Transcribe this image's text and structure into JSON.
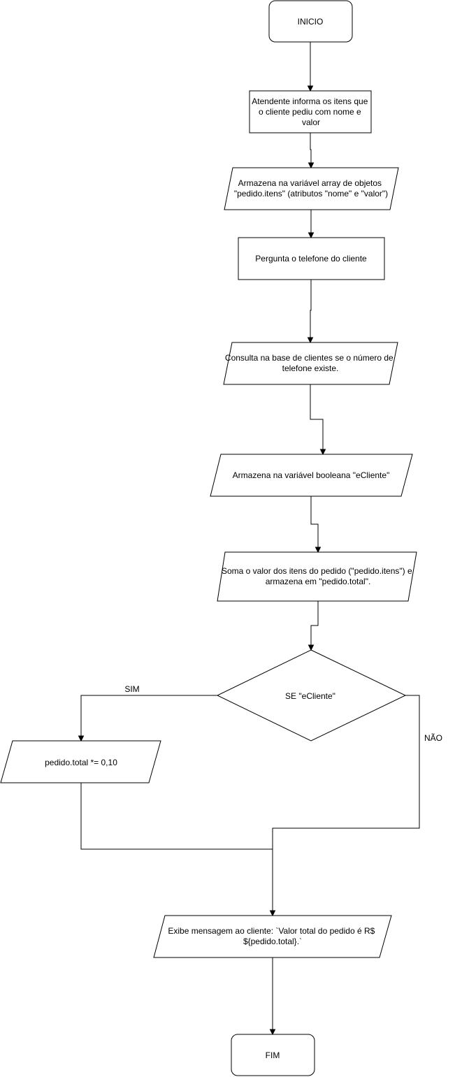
{
  "nodes": {
    "start": {
      "lines": [
        "INICIO"
      ]
    },
    "inform_items": {
      "lines": [
        "Atendente informa os itens que",
        "o cliente pediu com nome e",
        "valor"
      ]
    },
    "store_items": {
      "lines": [
        "Armazena na variável array de objetos",
        "\"pedido.itens\" (atributos \"nome\" e \"valor\")"
      ]
    },
    "ask_phone": {
      "lines": [
        "Pergunta o telefone do cliente"
      ]
    },
    "check_client": {
      "lines": [
        "Consulta na base de clientes se o número de",
        "telefone existe."
      ]
    },
    "store_boolean": {
      "lines": [
        "Armazena na variável booleana \"eCliente\""
      ]
    },
    "sum_total": {
      "lines": [
        "Soma o valor dos itens do pedido (\"pedido.itens\") e",
        "armazena em \"pedido.total\"."
      ]
    },
    "decision": {
      "lines": [
        "SE \"eCliente\""
      ]
    },
    "discount": {
      "lines": [
        "pedido.total *= 0,10"
      ]
    },
    "show_message": {
      "lines": [
        "Exibe mensagem ao cliente: `Valor total do pedido é R$",
        "${pedido.total}.`"
      ]
    },
    "end": {
      "lines": [
        "FIM"
      ]
    }
  },
  "edge_labels": {
    "yes": "SIM",
    "no": "NÃO"
  },
  "colors": {
    "stroke": "#000000",
    "fill": "#ffffff",
    "text": "#000000"
  }
}
